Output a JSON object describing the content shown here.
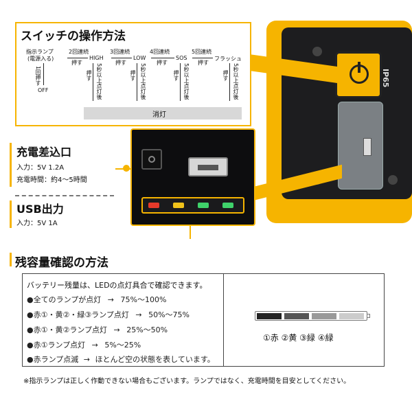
{
  "switch_section": {
    "title": "スイッチの操作方法",
    "indicator_label_1": "指示ランプ",
    "indicator_label_2": "(電源入る)",
    "step_1_label": "1回押す",
    "off_label": "OFF",
    "steps": [
      {
        "action_1": "2回連続",
        "action_2": "押す",
        "mode": "HIGH"
      },
      {
        "action_1": "3回連続",
        "action_2": "押す",
        "mode": "LOW"
      },
      {
        "action_1": "4回連続",
        "action_2": "押す",
        "mode": "SOS"
      },
      {
        "action_1": "5回連続",
        "action_2": "押す",
        "mode": "フラッシュ"
      }
    ],
    "press_label": "押す",
    "hold_label": "5秒以上点灯後",
    "off_bar_label": "消灯"
  },
  "charge_section": {
    "charge_title": "充電差込口",
    "charge_input": "入力：5V 1.2A",
    "charge_time": "充電時間：約4〜5時間",
    "usb_title": "USB出力",
    "usb_input": "入力：5V 1A"
  },
  "product": {
    "ip_label": "IP65"
  },
  "battery_section": {
    "title": "残容量確認の方法",
    "intro": "バッテリー残量は、LEDの点灯具合で確認できます。",
    "rows": [
      {
        "left": "●全てのランプが点灯",
        "arrow": "→",
        "right": "75%〜100%"
      },
      {
        "left": "●赤①・黄②・緑③ランプ点灯",
        "arrow": "→",
        "right": "50%〜75%"
      },
      {
        "left": "●赤①・黄②ランプ点灯",
        "arrow": "→",
        "right": "25%〜50%"
      },
      {
        "left": "●赤①ランプ点灯",
        "arrow": "→",
        "right": "5%〜25%"
      },
      {
        "left": "●赤ランプ点滅",
        "arrow": "→",
        "right": "ほとんど空の状態を表しています。"
      }
    ],
    "legend": "①赤 ②黄 ③緑 ④緑",
    "note": "※指示ランプは正しく作動できない場合もございます。ランプではなく、充電時間を目安としてください。"
  },
  "colors": {
    "accent": "#f6b400",
    "led_red": "#e63a2a",
    "led_yellow": "#f0c21a",
    "led_green": "#3fd26a"
  }
}
